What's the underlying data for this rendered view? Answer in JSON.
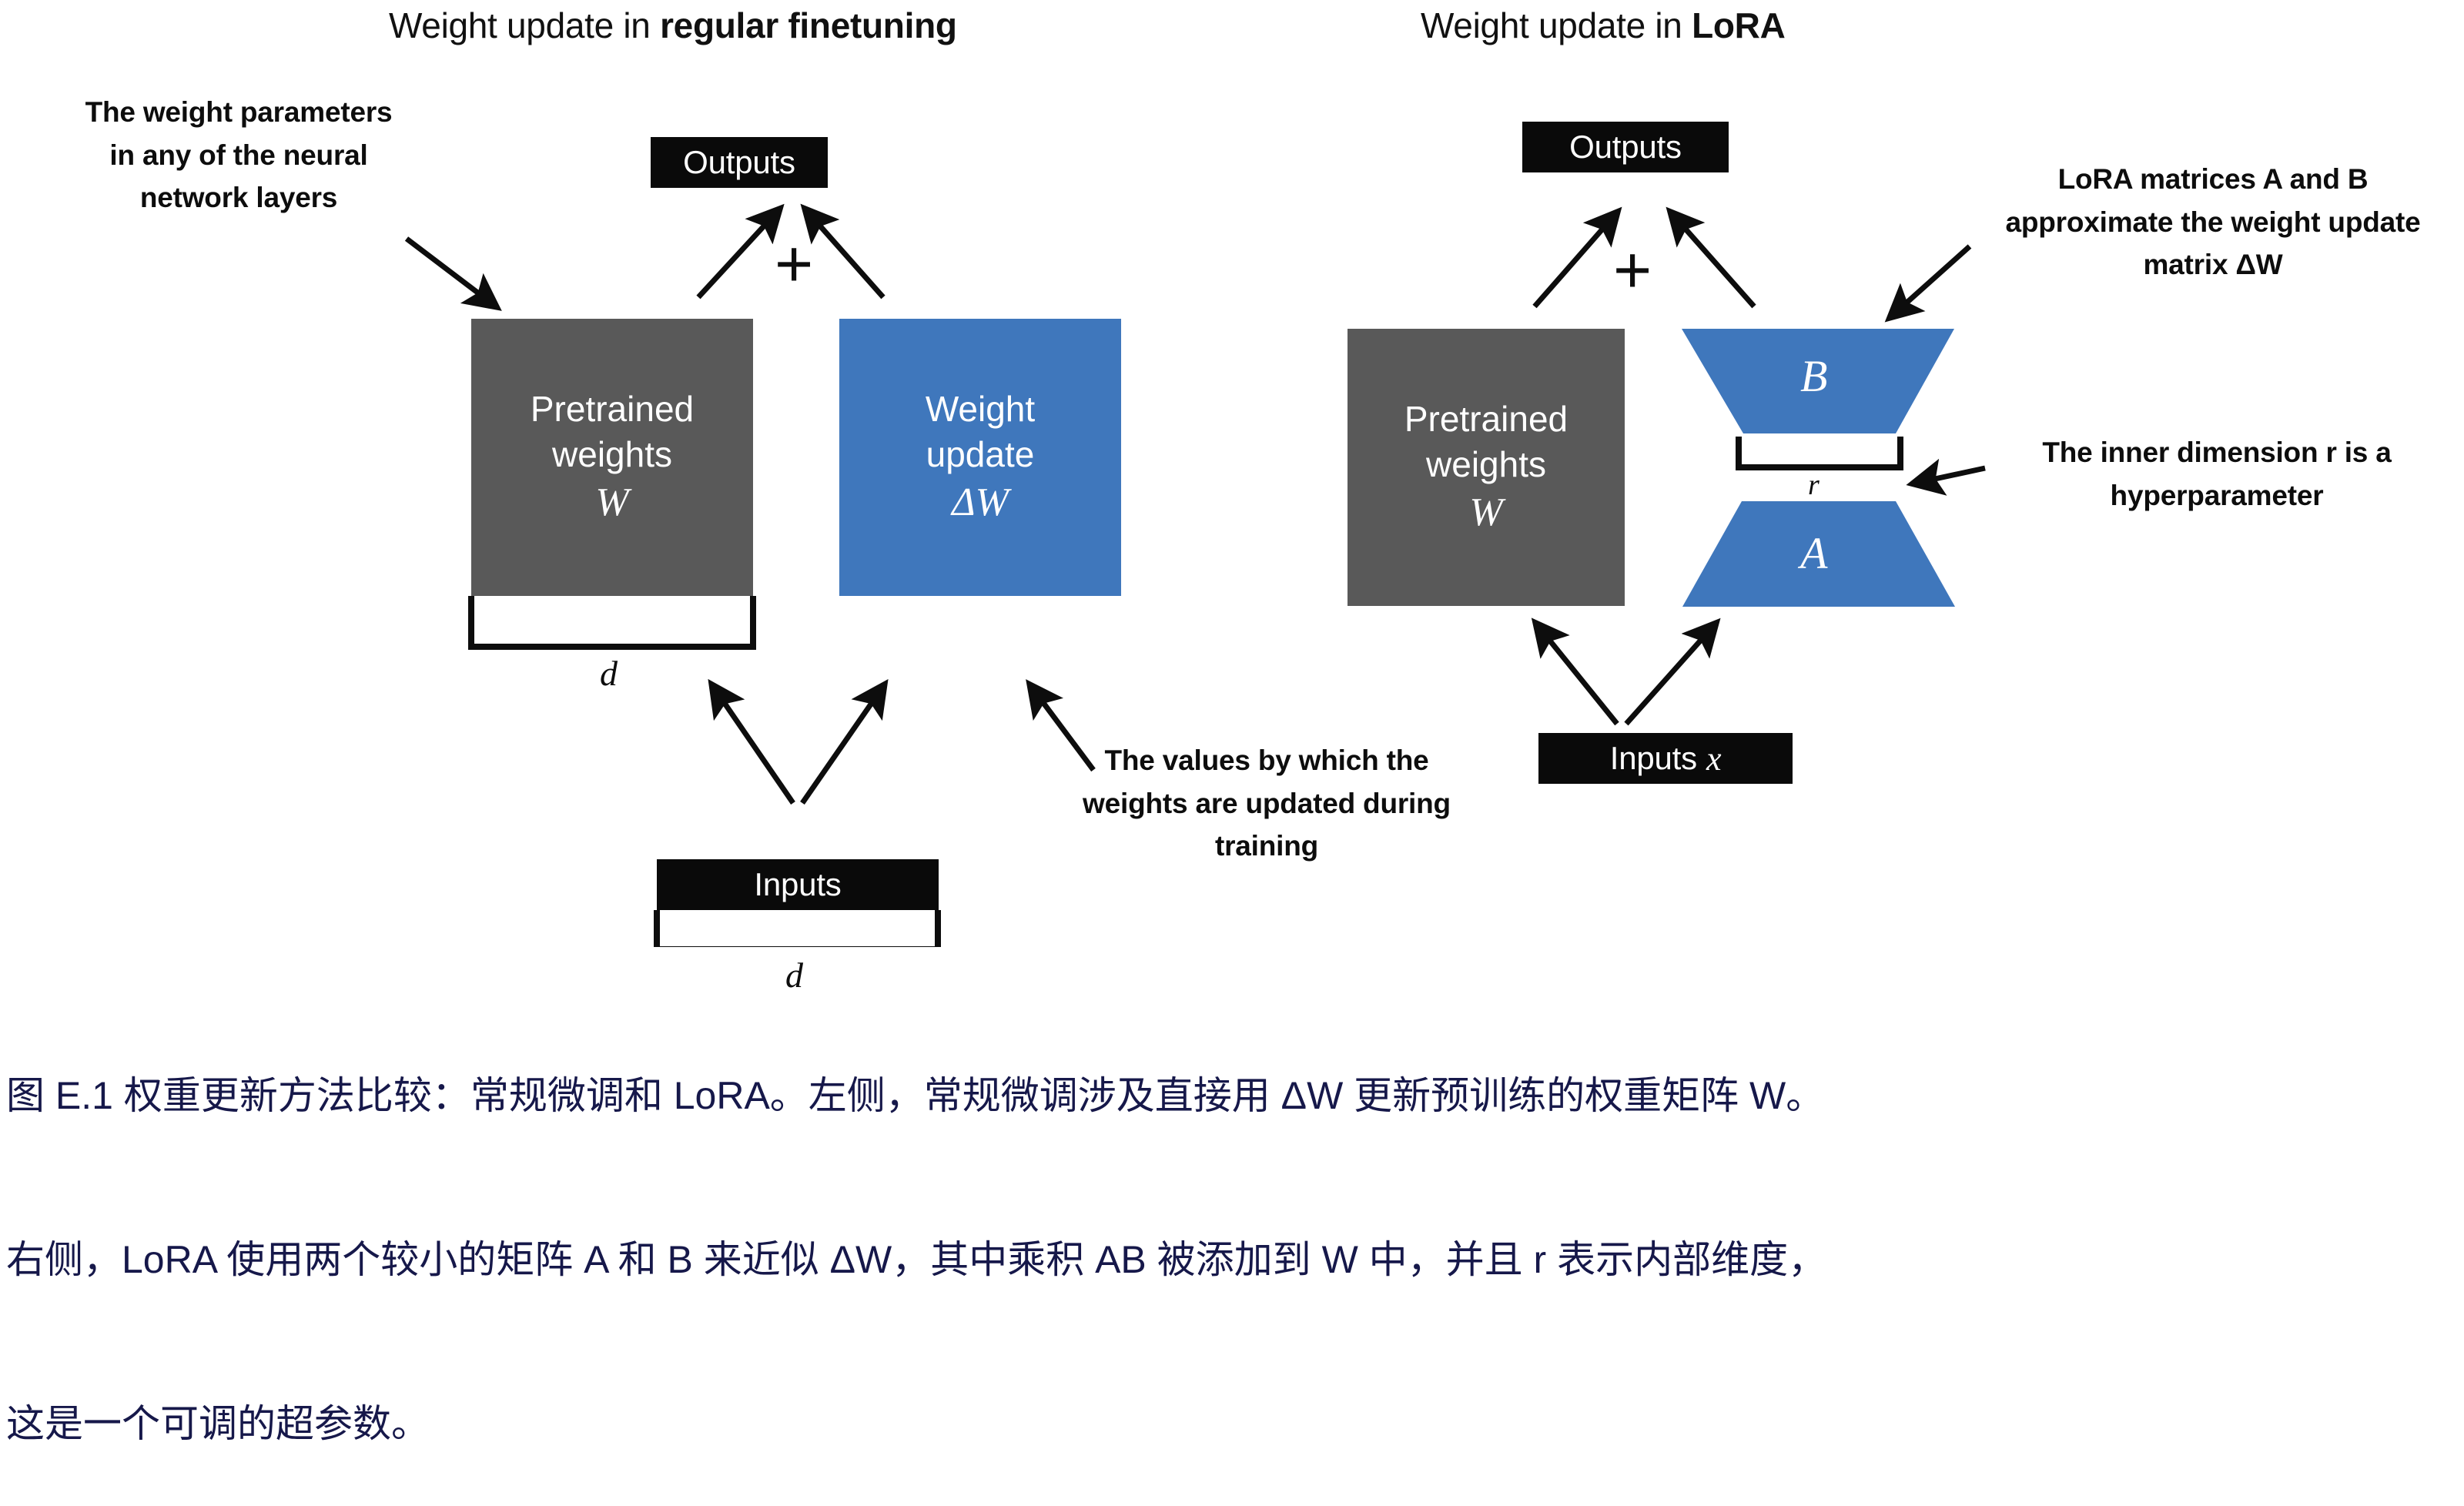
{
  "figure": {
    "left_panel": {
      "title_prefix": "Weight update in ",
      "title_emphasis": "regular finetuning",
      "annotation_left": "The weight parameters in any of the neural network layers",
      "annotation_bottom": "The values by which the weights are updated during training",
      "outputs_box": "Outputs",
      "inputs_box": "Inputs",
      "pretrained_box_line1": "Pretrained",
      "pretrained_box_line2": "weights",
      "pretrained_box_symbol": "W",
      "update_box_line1": "Weight",
      "update_box_line2": "update",
      "update_box_symbol": "ΔW",
      "plus_sign": "+",
      "dim_under_weights": "d",
      "dim_under_inputs": "d"
    },
    "right_panel": {
      "title_prefix": "Weight update in ",
      "title_emphasis": "LoRA",
      "annotation_top": "LoRA matrices A and B approximate the weight update matrix ΔW",
      "annotation_bottom": "The inner dimension r is a hyperparameter",
      "outputs_box": "Outputs",
      "inputs_box": "Inputs x",
      "inputs_box_text": "Inputs",
      "inputs_box_symbol": "x",
      "pretrained_box_line1": "Pretrained",
      "pretrained_box_line2": "weights",
      "pretrained_box_symbol": "W",
      "matrix_b_label": "B",
      "matrix_a_label": "A",
      "plus_sign": "+",
      "inner_dim_label": "r"
    },
    "colors": {
      "blue": "#3f77bc",
      "gray": "#595959",
      "black": "#0a0a0a",
      "caption": "#16184a"
    }
  },
  "caption": {
    "line1": "图 E.1 权重更新方法比较：常规微调和 LoRA。左侧，常规微调涉及直接用 ΔW 更新预训练的权重矩阵 W。",
    "line2": "右侧，LoRA 使用两个较小的矩阵 A 和 B 来近似 ΔW，其中乘积 AB 被添加到 W 中，并且 r 表示内部维度，",
    "line3": "这是一个可调的超参数。"
  }
}
